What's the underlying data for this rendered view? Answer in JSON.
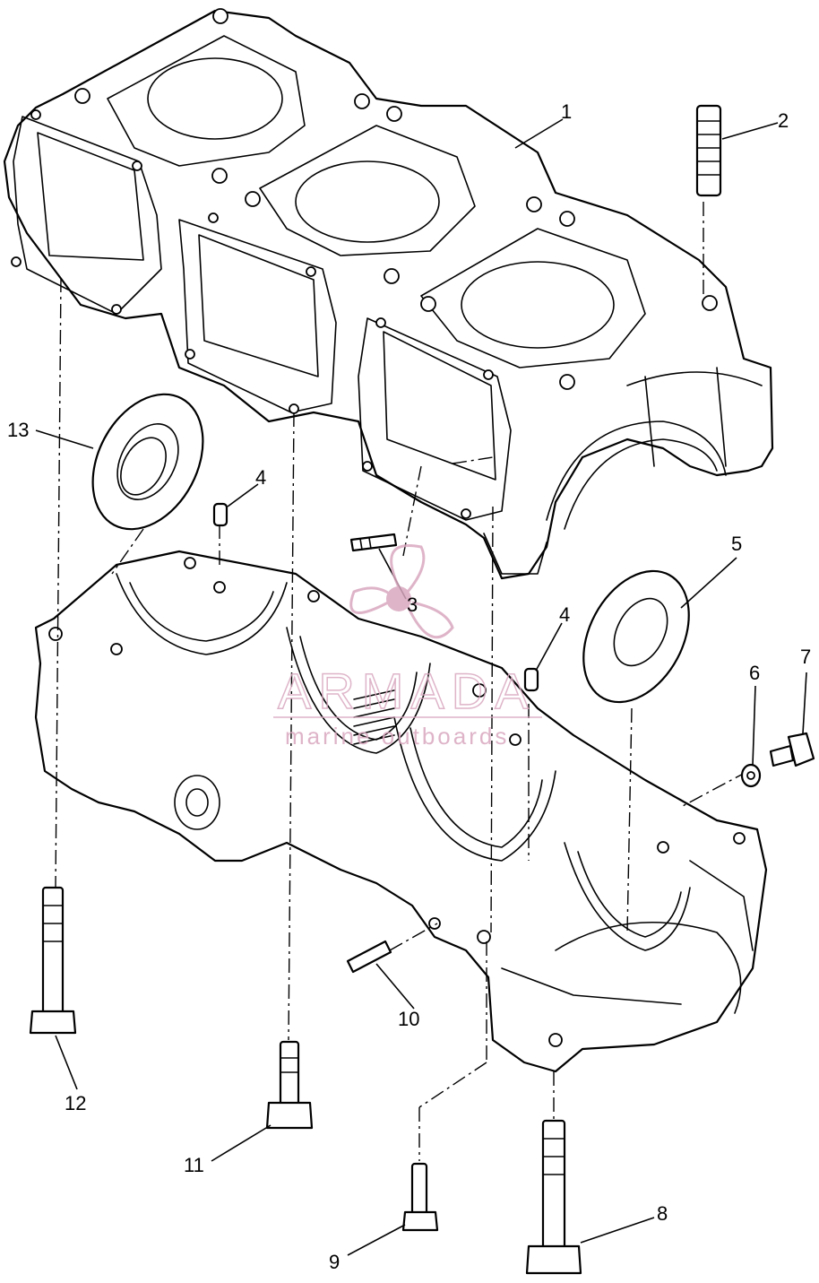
{
  "diagram": {
    "callouts": [
      {
        "id": "1",
        "label": "1"
      },
      {
        "id": "2",
        "label": "2"
      },
      {
        "id": "3",
        "label": "3"
      },
      {
        "id": "4a",
        "label": "4"
      },
      {
        "id": "4b",
        "label": "4"
      },
      {
        "id": "5",
        "label": "5"
      },
      {
        "id": "6",
        "label": "6"
      },
      {
        "id": "7",
        "label": "7"
      },
      {
        "id": "8",
        "label": "8"
      },
      {
        "id": "9",
        "label": "9"
      },
      {
        "id": "10",
        "label": "10"
      },
      {
        "id": "11",
        "label": "11"
      },
      {
        "id": "12",
        "label": "12"
      },
      {
        "id": "13",
        "label": "13"
      }
    ]
  },
  "watermark": {
    "brand": "ARMADA",
    "tagline": "marine outboards",
    "color": "#d9a8bf"
  }
}
